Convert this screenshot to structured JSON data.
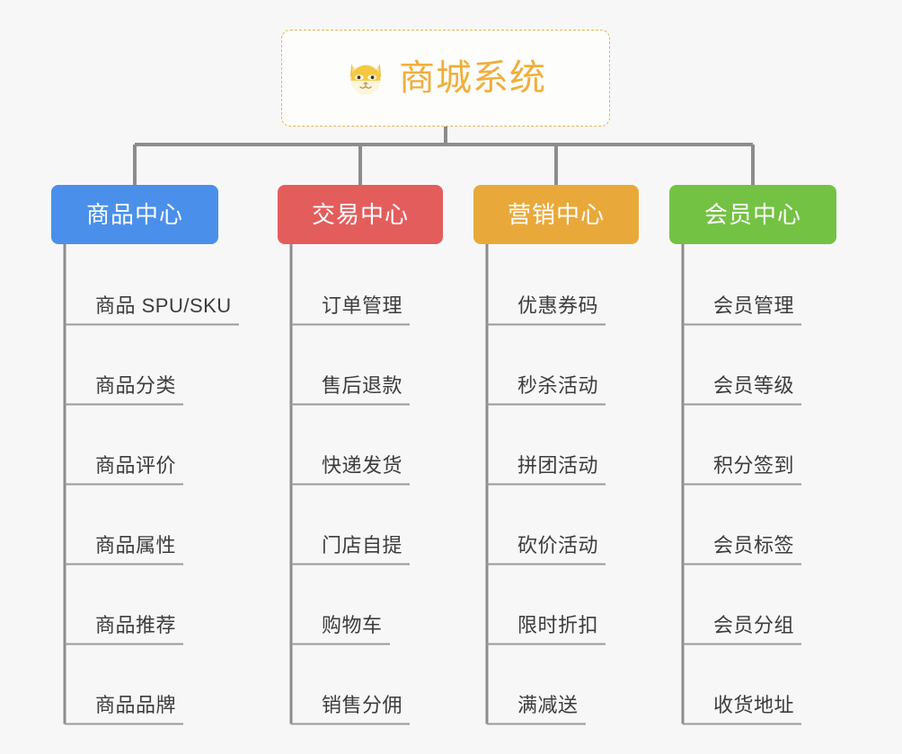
{
  "root": {
    "title": "商城系统",
    "icon": "shiba-dog-face-icon",
    "border_color": "#e8b451",
    "text_color": "#f0ae3c",
    "background": "#fdfdfb"
  },
  "canvas": {
    "background": "#f7f7f7",
    "connector_color": "#8c8c8c"
  },
  "branches": [
    {
      "label": "商品中心",
      "color": "#4a90ea",
      "text_color": "#ffffff",
      "children": [
        "商品 SPU/SKU",
        "商品分类",
        "商品评价",
        "商品属性",
        "商品推荐",
        "商品品牌"
      ]
    },
    {
      "label": "交易中心",
      "color": "#e35d5d",
      "text_color": "#ffffff",
      "children": [
        "订单管理",
        "售后退款",
        "快递发货",
        "门店自提",
        "购物车",
        "销售分佣"
      ]
    },
    {
      "label": "营销中心",
      "color": "#e9a93a",
      "text_color": "#ffffff",
      "children": [
        "优惠券码",
        "秒杀活动",
        "拼团活动",
        "砍价活动",
        "限时折扣",
        "满减送"
      ]
    },
    {
      "label": "会员中心",
      "color": "#74c244",
      "text_color": "#ffffff",
      "children": [
        "会员管理",
        "会员等级",
        "积分签到",
        "会员标签",
        "会员分组",
        "收货地址"
      ]
    }
  ]
}
